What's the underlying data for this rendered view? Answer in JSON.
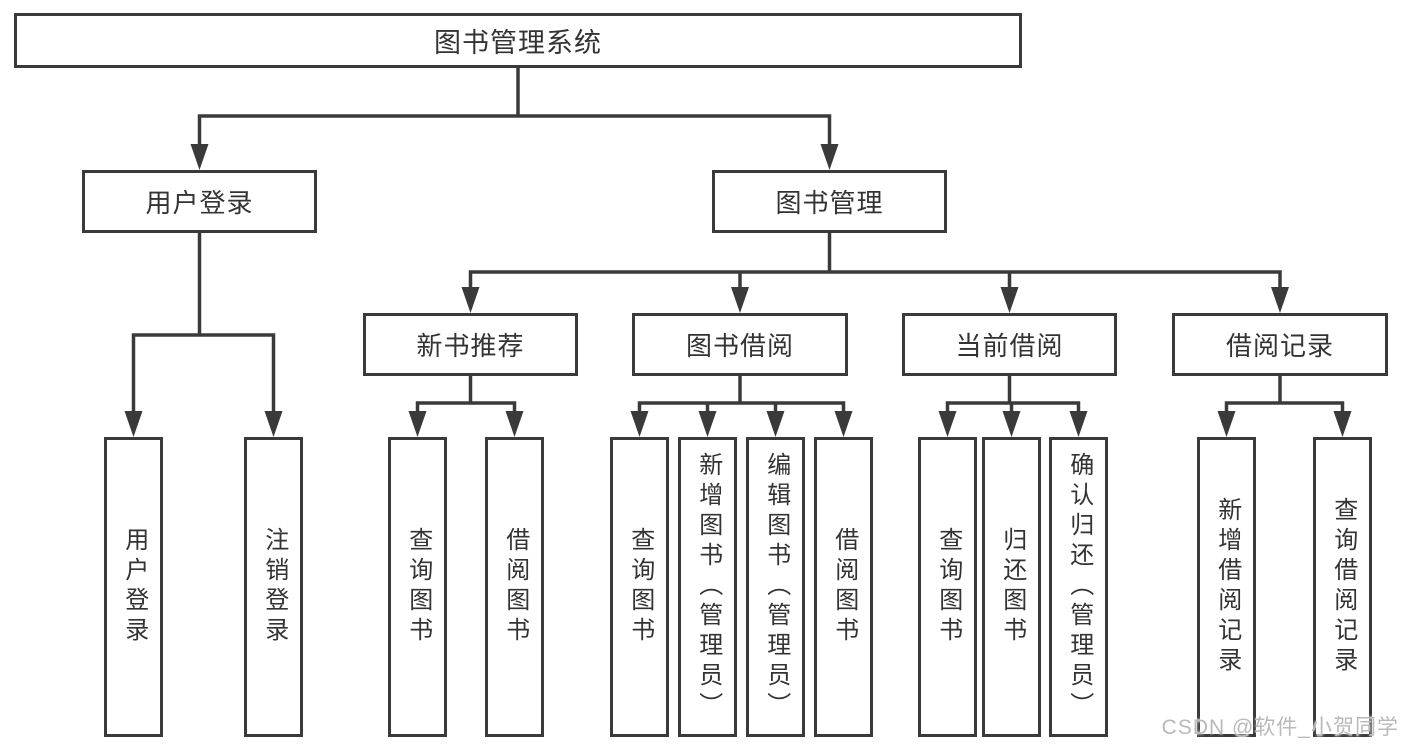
{
  "diagram": {
    "type": "hierarchy-tree",
    "root": {
      "label": "图书管理系统"
    },
    "level2": [
      {
        "label": "用户登录",
        "parent": "图书管理系统"
      },
      {
        "label": "图书管理",
        "parent": "图书管理系统"
      }
    ],
    "level3": [
      {
        "label": "新书推荐",
        "parent": "图书管理"
      },
      {
        "label": "图书借阅",
        "parent": "图书管理"
      },
      {
        "label": "当前借阅",
        "parent": "图书管理"
      },
      {
        "label": "借阅记录",
        "parent": "图书管理"
      }
    ],
    "leaves": [
      {
        "label": "用户登录",
        "parent": "用户登录"
      },
      {
        "label": "注销登录",
        "parent": "用户登录"
      },
      {
        "label": "查询图书",
        "parent": "新书推荐"
      },
      {
        "label": "借阅图书",
        "parent": "新书推荐"
      },
      {
        "label": "查询图书",
        "parent": "图书借阅"
      },
      {
        "label": "新增图书（管理员）",
        "parent": "图书借阅"
      },
      {
        "label": "编辑图书（管理员）",
        "parent": "图书借阅"
      },
      {
        "label": "借阅图书",
        "parent": "图书借阅"
      },
      {
        "label": "查询图书",
        "parent": "当前借阅"
      },
      {
        "label": "归还图书",
        "parent": "当前借阅"
      },
      {
        "label": "确认归还（管理员）",
        "parent": "当前借阅"
      },
      {
        "label": "新增借阅记录",
        "parent": "借阅记录"
      },
      {
        "label": "查询借阅记录",
        "parent": "借阅记录"
      }
    ]
  },
  "watermark": {
    "text": "CSDN @软件_小贺同学"
  },
  "colors": {
    "line": "#3a3a3a",
    "box_border": "#3a3a3a",
    "text": "#333333",
    "watermark": "#b9b9b9",
    "background": "#ffffff"
  }
}
